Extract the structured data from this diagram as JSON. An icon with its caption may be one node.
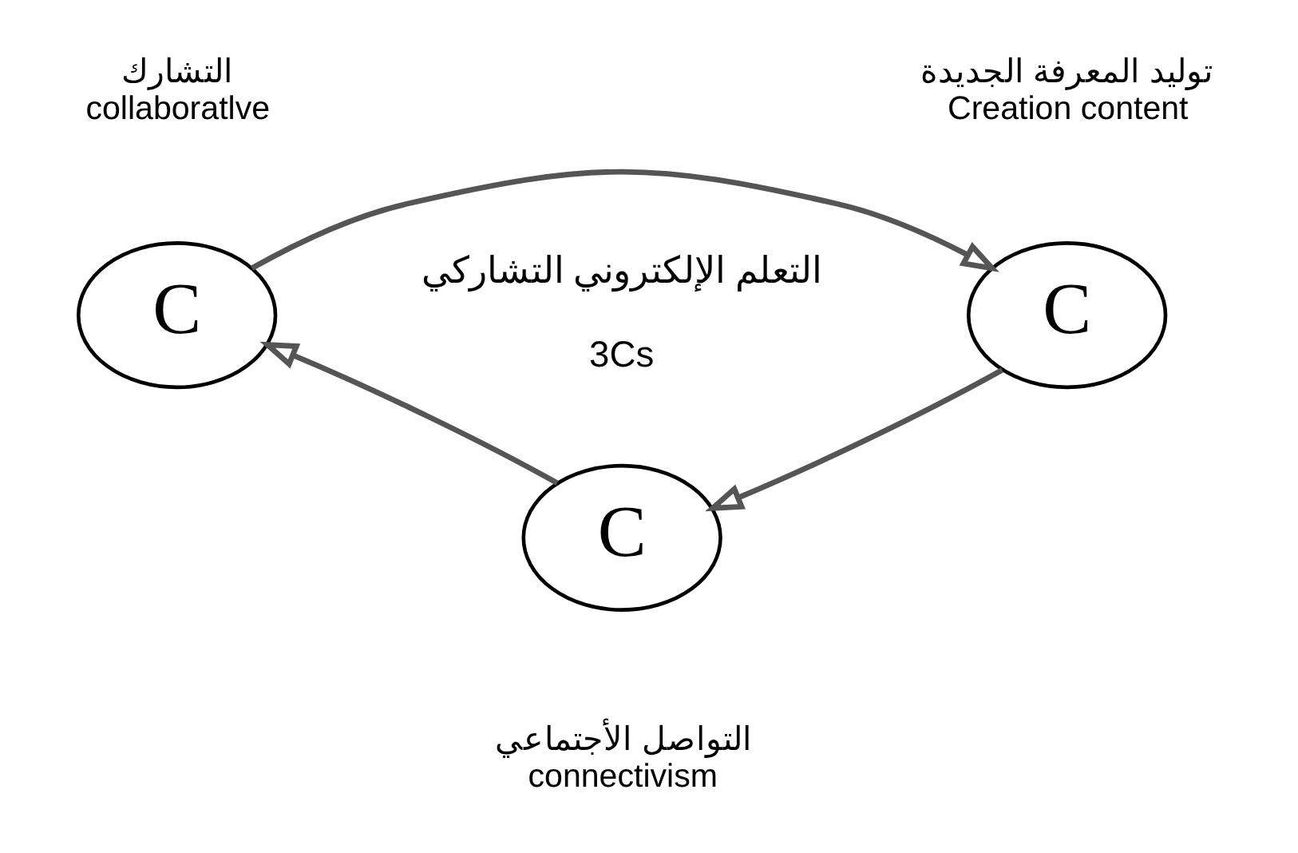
{
  "diagram": {
    "nodes": [
      {
        "text": [
          "C"
        ],
        "beside": [
          "التشارك",
          "collaboratlve"
        ]
      },
      {
        "text": [
          "C"
        ],
        "beside": [
          "توليد المعرفة الجديدة",
          "Creation content"
        ]
      },
      {
        "text": [
          "C"
        ],
        "beside": [
          "التواصل الأجتماعي",
          "connectivism"
        ]
      }
    ],
    "edges": [
      {
        "from": 0,
        "to": 1,
        "arrow": "to"
      },
      {
        "from": 1,
        "to": 2,
        "arrow": "to"
      },
      {
        "from": 2,
        "to": 0,
        "arrow": "to"
      }
    ],
    "labels": [
      "التعلم الإلكتروني التشاركي",
      "3Cs"
    ]
  }
}
